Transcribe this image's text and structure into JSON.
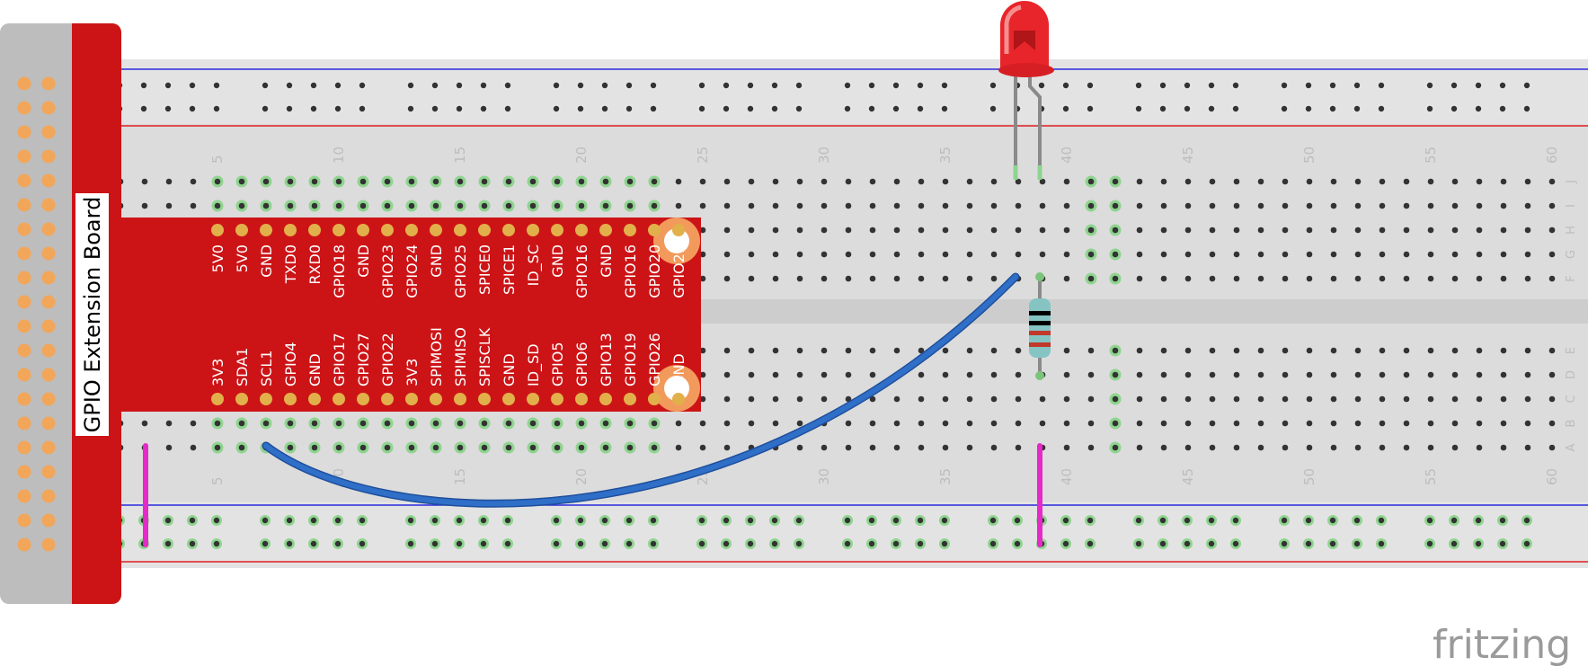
{
  "board": {
    "title": "GPIO Extension Board"
  },
  "breadboard": {
    "column_labels": [
      "5",
      "10",
      "15",
      "20",
      "25",
      "30",
      "35",
      "40",
      "45",
      "50",
      "55",
      "60"
    ],
    "row_labels_top": [
      "J",
      "I",
      "H",
      "G",
      "F"
    ],
    "row_labels_bottom": [
      "E",
      "D",
      "C",
      "B",
      "A"
    ]
  },
  "header": {
    "top_pins": [
      "5V0",
      "5V0",
      "GND",
      "TXD0",
      "RXD0",
      "GPIO18",
      "GND",
      "GPIO23",
      "GPIO24",
      "GND",
      "GPIO25",
      "SPICE0",
      "SPICE1",
      "ID_SC",
      "GND",
      "GPIO16",
      "GND",
      "GPIO16",
      "GPIO20",
      "GPIO21"
    ],
    "bottom_pins": [
      "3V3",
      "SDA1",
      "SCL1",
      "GPIO4",
      "GND",
      "GPIO17",
      "GPIO27",
      "GPIO22",
      "3V3",
      "SPIMOSI",
      "SPIMISO",
      "SPISCLK",
      "GND",
      "ID_SD",
      "GPIO5",
      "GPIO6",
      "GPIO13",
      "GPIO19",
      "GPIO26",
      "GND"
    ]
  },
  "components": {
    "led": {
      "color": "#e8252a"
    },
    "resistor": {
      "bands": [
        "#000000",
        "#000000",
        "#c0392b",
        "#c0392b"
      ]
    },
    "wire": {
      "color": "#2f6fc8"
    },
    "jumpers": {
      "color": "#e629c8"
    }
  },
  "logo": {
    "text": "fritzing"
  },
  "colors": {
    "board_red": "#cc1417",
    "rail_blue": "#2a2ae0",
    "rail_red": "#e02020"
  }
}
